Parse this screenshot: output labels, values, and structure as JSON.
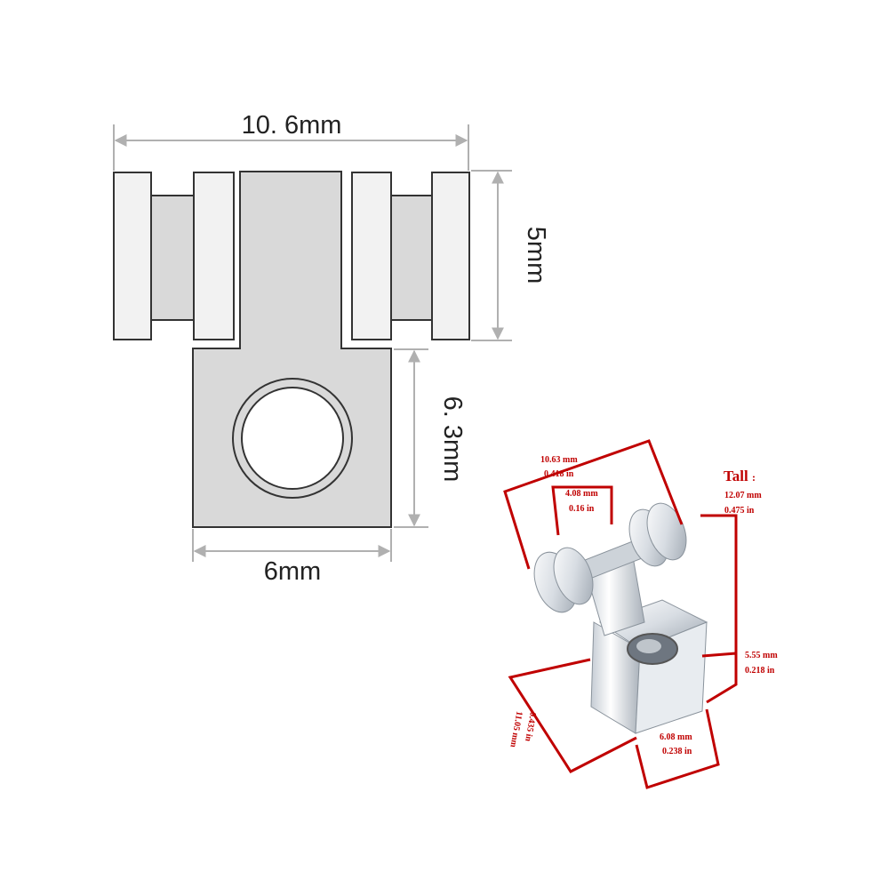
{
  "drawing": {
    "width_label": "10. 6mm",
    "height_label": "5mm",
    "body_height_label": "6. 3mm",
    "body_width_label": "6mm"
  },
  "photo": {
    "top_width_mm": "10.63 mm",
    "top_width_in": "0.418 in",
    "inner_width_mm": "4.08 mm",
    "inner_width_in": "0.16 in",
    "tall_title": "Tall",
    "tall_mm": "12.07 mm",
    "tall_in": "0.475 in",
    "side_mm": "5.55 mm",
    "side_in": "0.218 in",
    "length_mm": "11.05 mm",
    "length_in": "0.435 in",
    "bottom_mm": "6.08 mm",
    "bottom_in": "0.238 in"
  },
  "colors": {
    "dimension_line": "#b0b0b0",
    "part_fill": "#d9d9d9",
    "roller_fill": "#f2f2f2",
    "annotation_red": "#c00000"
  }
}
